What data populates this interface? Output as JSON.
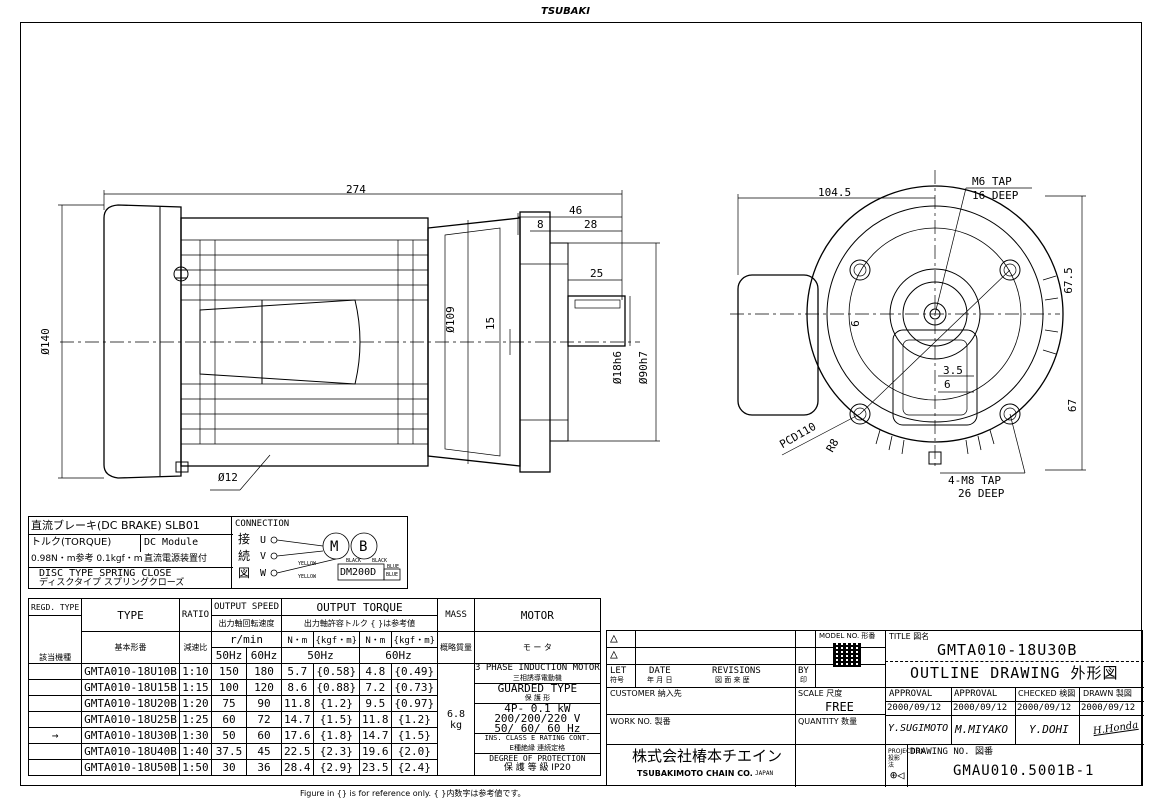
{
  "header": {
    "logo": "TSUBAKI"
  },
  "dims": {
    "overall_length": "274",
    "d46": "46",
    "d8": "8",
    "d28": "28",
    "d25": "25",
    "d15": "15",
    "d140": "Ø140",
    "d109": "Ø109",
    "d18h6": "Ø18h6",
    "d90h7": "Ø90h7",
    "d12": "Ø12",
    "d104_5": "104.5",
    "d67_5": "67.5",
    "d67": "67",
    "d6": "6",
    "d3_5": "3.5",
    "d6b": "6",
    "pcd": "PCD110",
    "r8": "R8",
    "tap_top_1": "M6 TAP",
    "tap_top_2": "16 DEEP",
    "tap_bottom_1": "4-M8 TAP",
    "tap_bottom_2": "26 DEEP"
  },
  "brake": {
    "line1": "直流ブレーキ(DC BRAKE) SLB01",
    "torque_label": "トルク(TORQUE)",
    "module": "DC Module",
    "torque_value": "0.98N・m参考 0.1kgf・m",
    "module_jp": "直流電源装置付",
    "disc_en": "DISC TYPE SPRING CLOSE",
    "disc_jp": "ディスクタイプ スプリングクローズ",
    "connection_title": "CONNECTION",
    "connection_jp": [
      "接",
      "続",
      "図"
    ],
    "terminals": [
      "U",
      "V",
      "W"
    ],
    "motor_symbol": "M",
    "brake_symbol": "B",
    "wire_yellow": "YELLOW",
    "wire_black": "BLACK",
    "wire_blue": "BLUE",
    "unit": "DM200D"
  },
  "spec": {
    "h_regd": "REGD. TYPE",
    "h_regd_jp": "該当機種",
    "h_type": "TYPE",
    "h_type_jp": "基本形番",
    "h_ratio": "RATIO",
    "h_ratio_jp": "減速比",
    "h_speed": "OUTPUT SPEED",
    "h_speed_jp": "出力軸回転速度",
    "h_rmin": "r/min",
    "h_50": "50Hz",
    "h_60": "60Hz",
    "h_torque": "OUTPUT TORQUE",
    "h_torque_jp": "出力軸許容トルク { }は参考値",
    "h_nm": "N・m",
    "h_kgfm": "{kgf・m}",
    "h_mass": "MASS",
    "h_mass_jp": "概略質量",
    "h_motor": "MOTOR",
    "h_motor_jp": "モ ー タ",
    "selected_marker": "→",
    "rows": [
      [
        "GMTA010-18U10B",
        "1:10",
        "150",
        "180",
        "5.7",
        "{0.58}",
        "4.8",
        "{0.49}"
      ],
      [
        "GMTA010-18U15B",
        "1:15",
        "100",
        "120",
        "8.6",
        "{0.88}",
        "7.2",
        "{0.73}"
      ],
      [
        "GMTA010-18U20B",
        "1:20",
        "75",
        "90",
        "11.8",
        "{1.2}",
        "9.5",
        "{0.97}"
      ],
      [
        "GMTA010-18U25B",
        "1:25",
        "60",
        "72",
        "14.7",
        "{1.5}",
        "11.8",
        "{1.2}"
      ],
      [
        "GMTA010-18U30B",
        "1:30",
        "50",
        "60",
        "17.6",
        "{1.8}",
        "14.7",
        "{1.5}"
      ],
      [
        "GMTA010-18U40B",
        "1:40",
        "37.5",
        "45",
        "22.5",
        "{2.3}",
        "19.6",
        "{2.0}"
      ],
      [
        "GMTA010-18U50B",
        "1:50",
        "30",
        "36",
        "28.4",
        "{2.9}",
        "23.5",
        "{2.4}"
      ]
    ],
    "mass": "6.8 kg",
    "motor_lines": [
      "3 PHASE INDUCTION MOTOR",
      "三相誘導電動機",
      "GUARDED TYPE",
      "保 護 形",
      "4P- 0.1 kW",
      "200/200/220 V",
      "50/ 60/ 60 Hz",
      "INS. CLASS E RATING CONT.",
      "E種絶縁 連続定格",
      "DEGREE OF PROTECTION",
      "保 護 等 級 IP20"
    ]
  },
  "title_block": {
    "rev_let": "LET",
    "rev_let_jp": "符号",
    "rev_date": "DATE",
    "rev_date_jp": "年 月 日",
    "rev_revisions": "REVISIONS",
    "rev_revisions_jp": "図 面 来 歴",
    "rev_by": "BY",
    "rev_by_jp": "印",
    "model_no": "MODEL NO. 形番",
    "title_label": "TITLE 図名",
    "title": "GMTA010-18U30B",
    "outline": "OUTLINE DRAWING 外形図",
    "customer": "CUSTOMER 納入先",
    "scale_label": "SCALE 尺度",
    "scale": "FREE",
    "work_no": "WORK NO. 製番",
    "quantity": "QUANTITY 数量",
    "approval1": "APPROVAL",
    "approval2": "APPROVAL",
    "checked": "CHECKED 検図",
    "drawn": "DRAWN 製図",
    "date1": "2000/09/12",
    "date2": "2000/09/12",
    "date3": "2000/09/12",
    "date4": "2000/09/12",
    "name1": "Y.SUGIMOTO",
    "name2": "M.MIYAKO",
    "name3": "Y.DOHI",
    "name4": "H.Honda",
    "company_jp": "株式会社椿本チエイン",
    "company_en": "TSUBAKIMOTO CHAIN CO.",
    "company_country": "JAPAN",
    "projection": "PROJECTION 投影法",
    "drawing_no_label": "DRAWING NO. 図番",
    "drawing_no": "GMAU010.5001B-1"
  },
  "footer": {
    "note": "Figure in {} is for reference only.   { }内数字は参考値です。"
  }
}
